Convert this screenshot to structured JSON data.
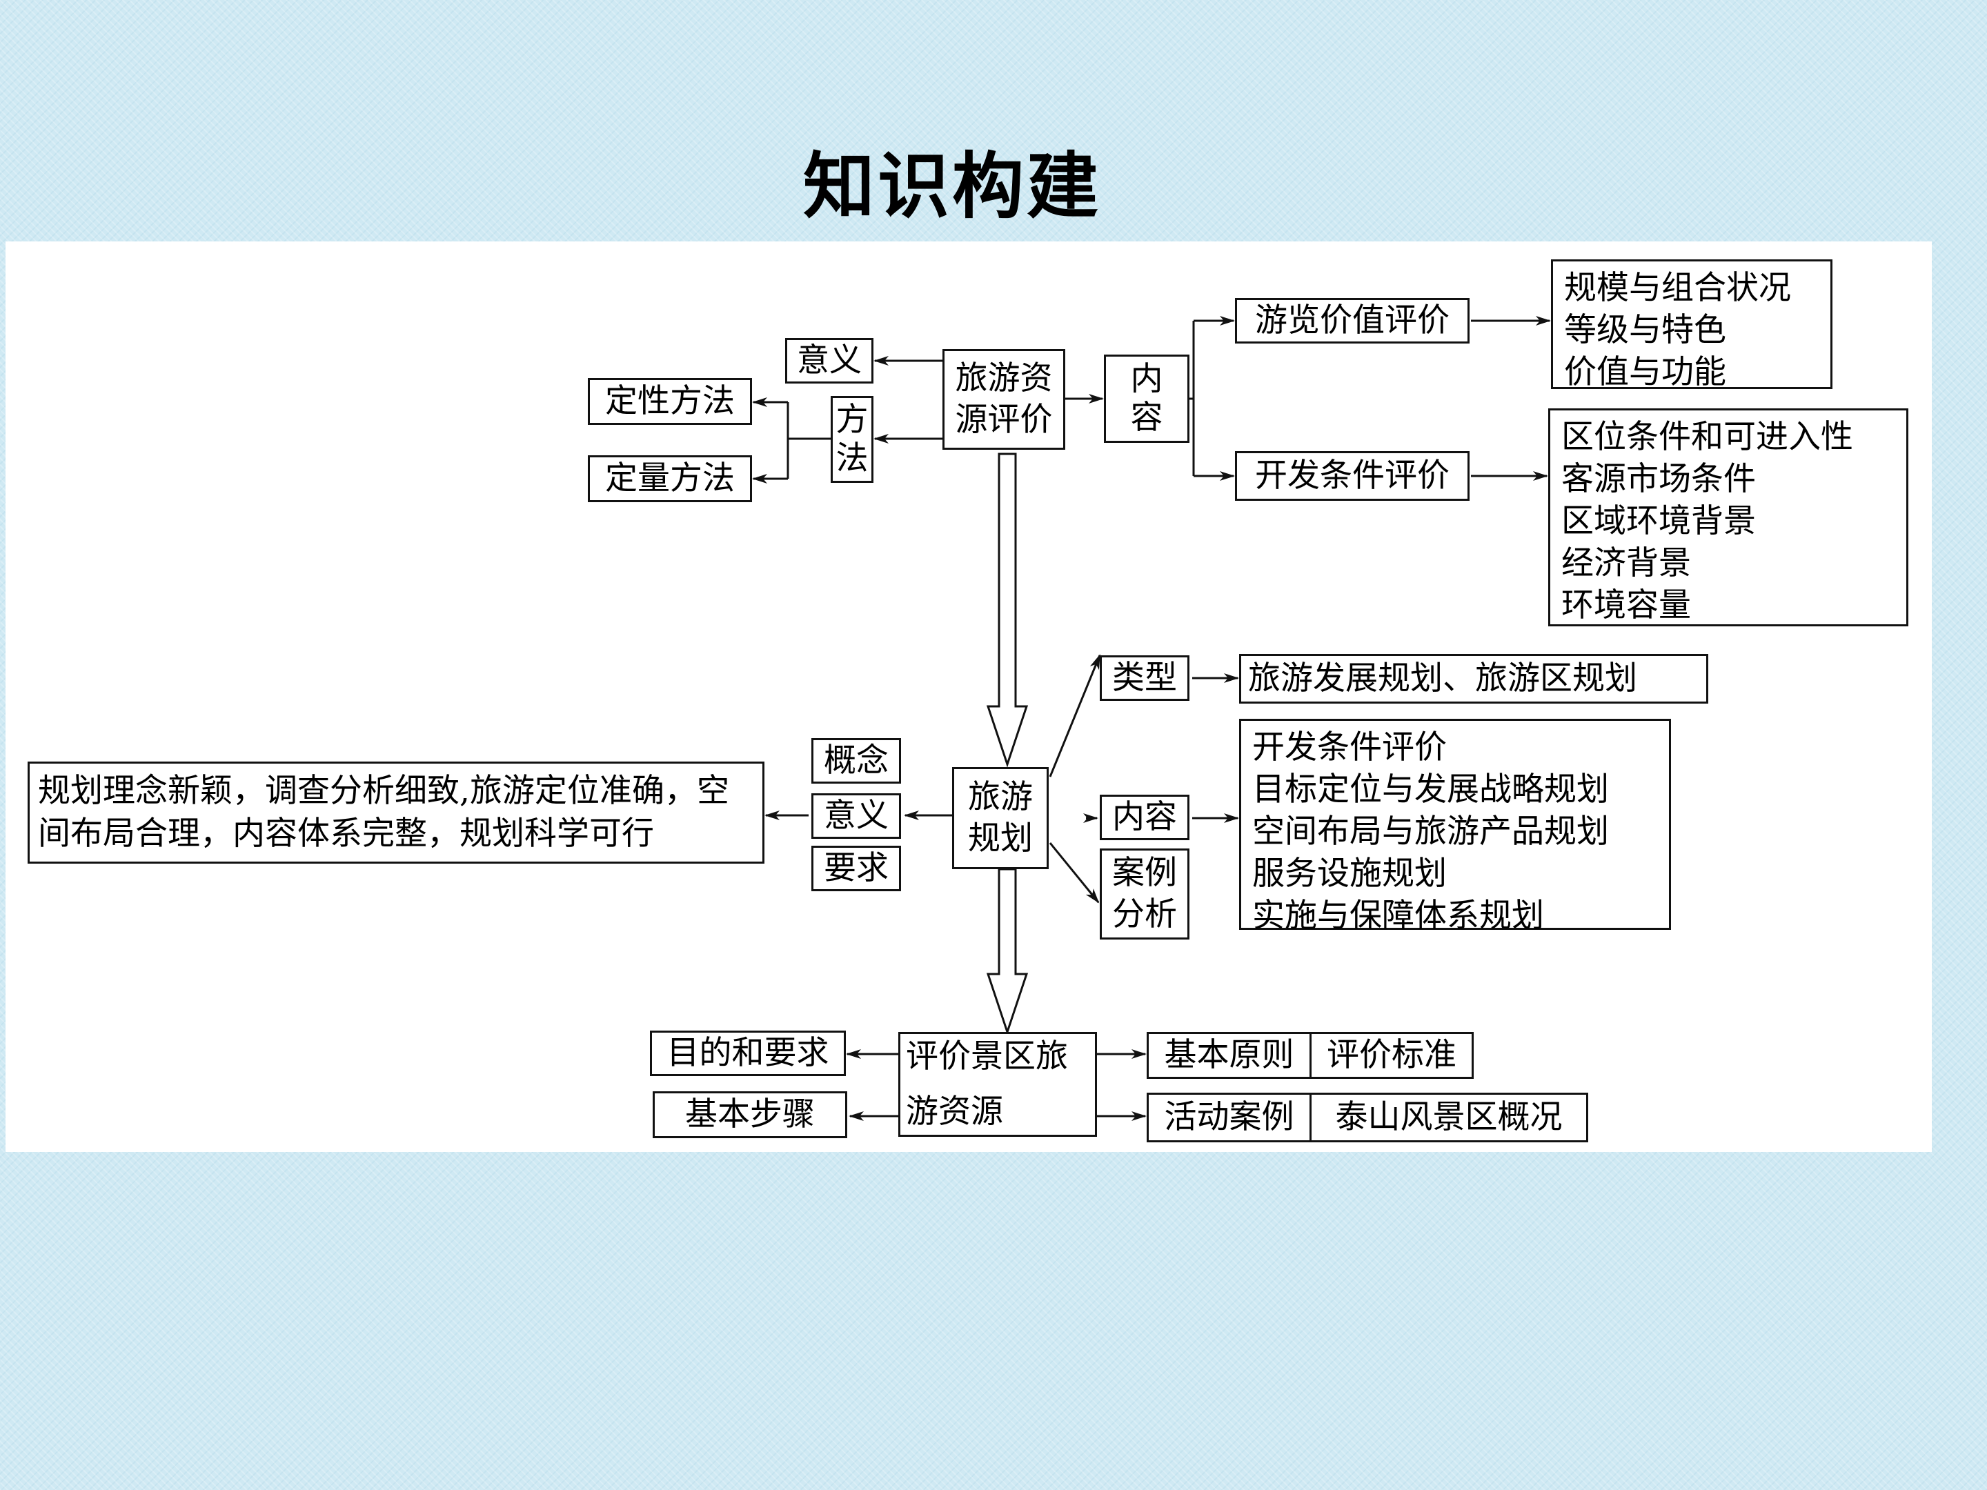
{
  "title": "知识构建",
  "evaluation": {
    "main": "旅游资源评价",
    "significance": "意义",
    "method": "方法",
    "qualitative": "定性方法",
    "quantitative": "定量方法",
    "content": "内容",
    "tour_value": "游览价值评价",
    "tour_value_items": [
      "规模与组合状况",
      "等级与特色",
      "价值与功能"
    ],
    "dev_conditions": "开发条件评价",
    "dev_condition_items": [
      "区位条件和可进入性",
      "客源市场条件",
      "区域环境背景",
      "经济背景",
      "环境容量"
    ]
  },
  "planning": {
    "main": "旅游规划",
    "concept": "概念",
    "significance": "意义",
    "requirements": "要求",
    "requirements_text": "规划理念新颖，调查分析细致,旅游定位准确，空间布局合理，内容体系完整，规划科学可行",
    "types": "类型",
    "types_text": "旅游发展规划、旅游区规划",
    "content": "内容",
    "content_items": [
      "开发条件评价",
      "目标定位与发展战略规划",
      "空间布局与旅游产品规划",
      "服务设施规划",
      "实施与保障体系规划"
    ],
    "case": "案例分析"
  },
  "scenic": {
    "main": "评价景区旅游资源",
    "purpose": "目的和要求",
    "steps": "基本步骤",
    "principles": "基本原则",
    "standards": "评价标准",
    "activity": "活动案例",
    "taishan": "泰山风景区概况"
  },
  "colors": {
    "background": "#cfe9f3",
    "panel": "#ffffff",
    "line": "#111111"
  }
}
